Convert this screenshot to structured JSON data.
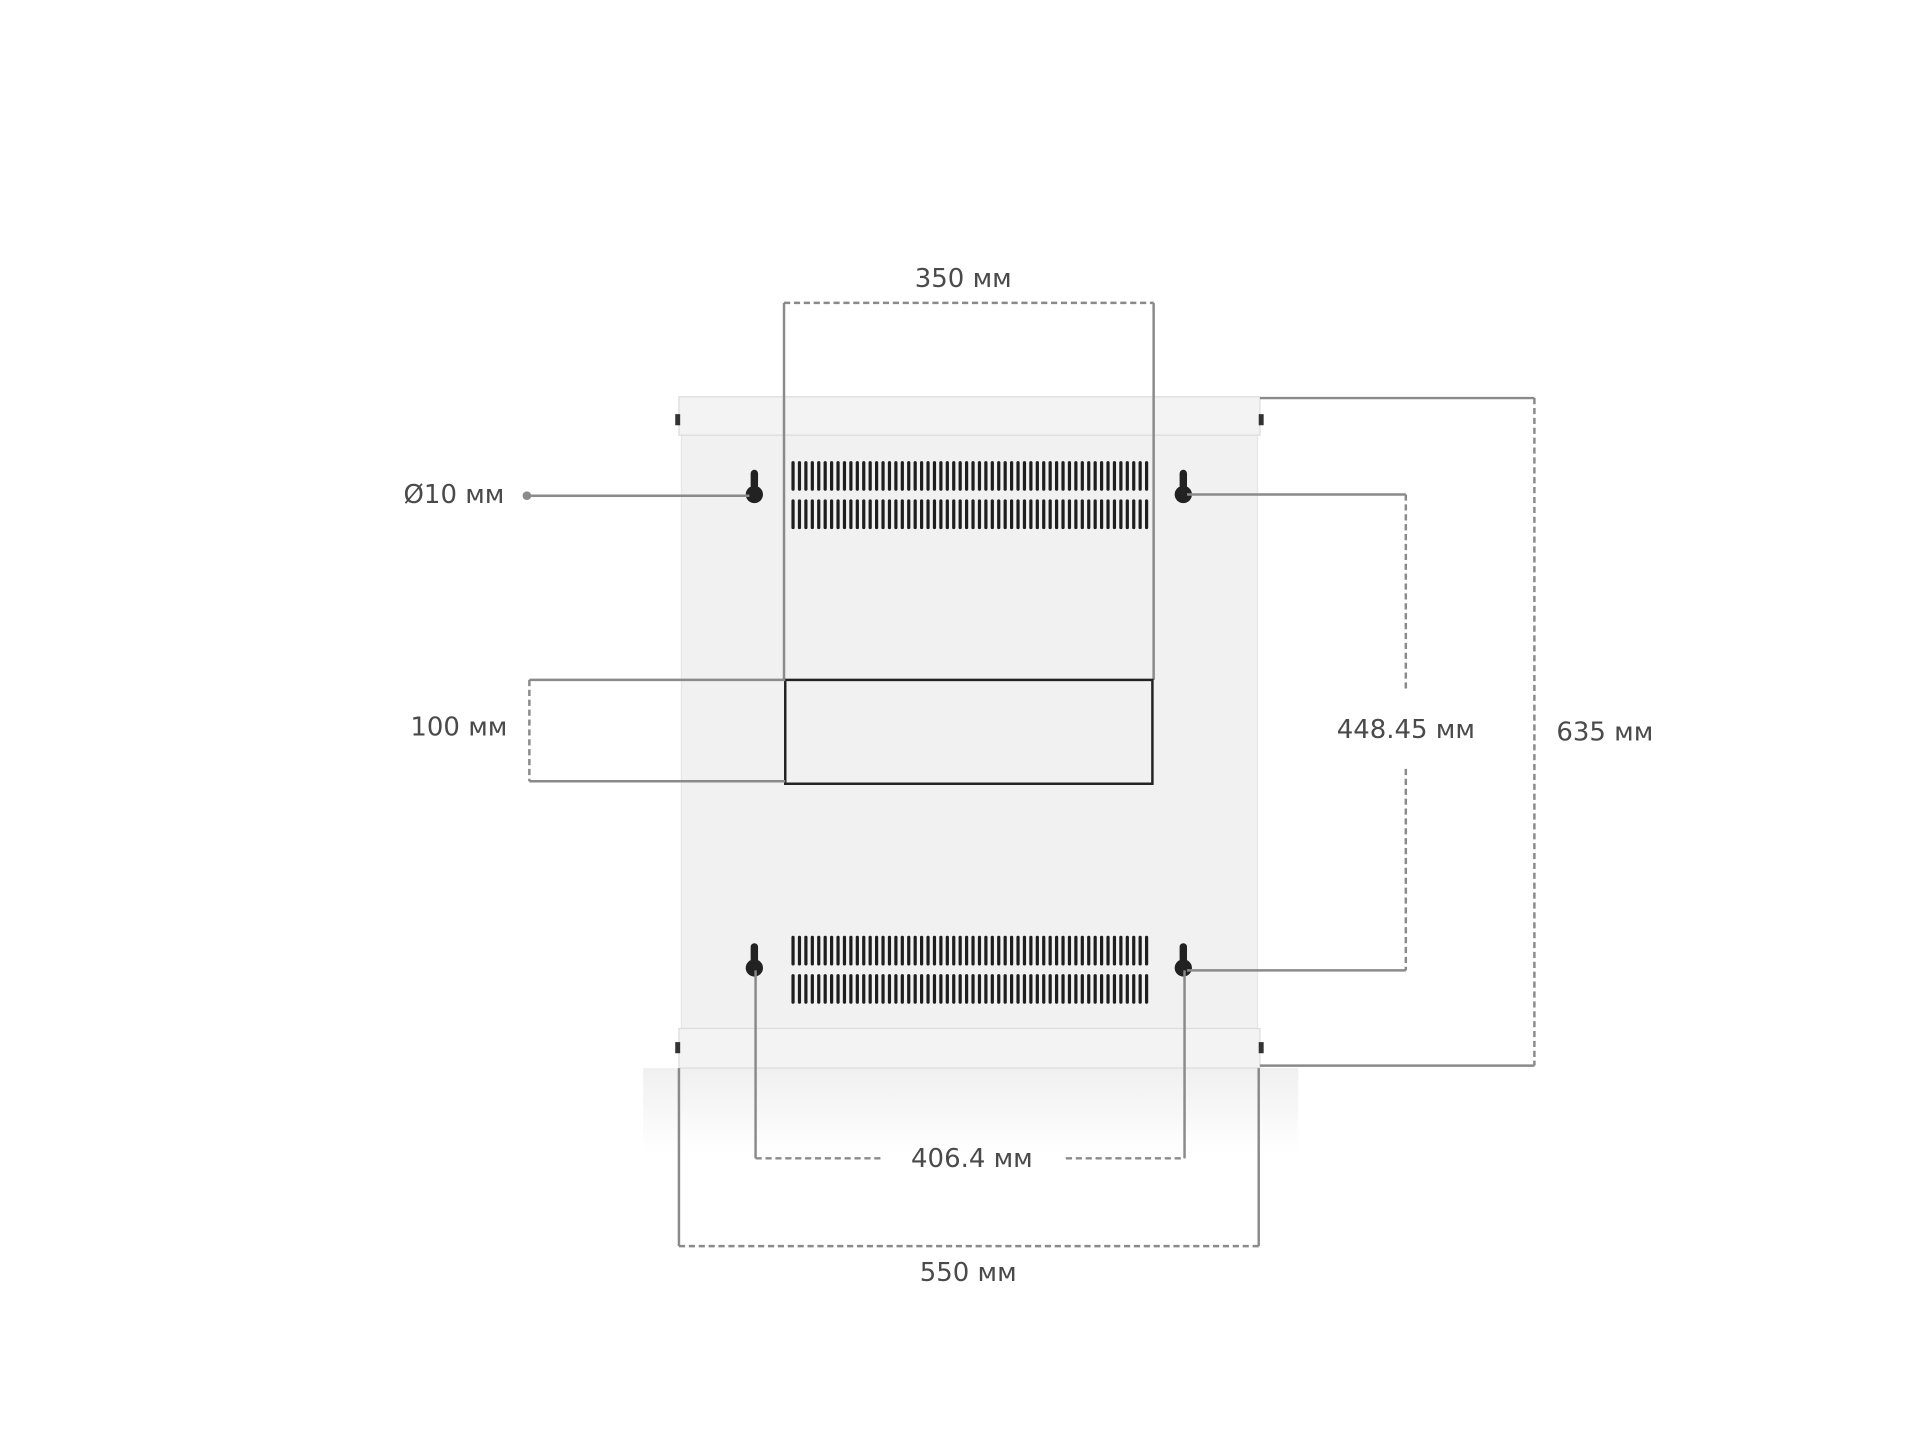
{
  "dimensions": {
    "top_width": "350 мм",
    "hole_diameter": "Ø10 мм",
    "middle_height": "100 мм",
    "hole_vertical_spacing": "448.45 мм",
    "total_height": "635 мм",
    "hole_horizontal_spacing": "406.4 мм",
    "total_width": "550 мм"
  },
  "colors": {
    "cabinet": "#f2f2f3",
    "line": "#8a8a8a",
    "vent": "#1e1e1e"
  }
}
